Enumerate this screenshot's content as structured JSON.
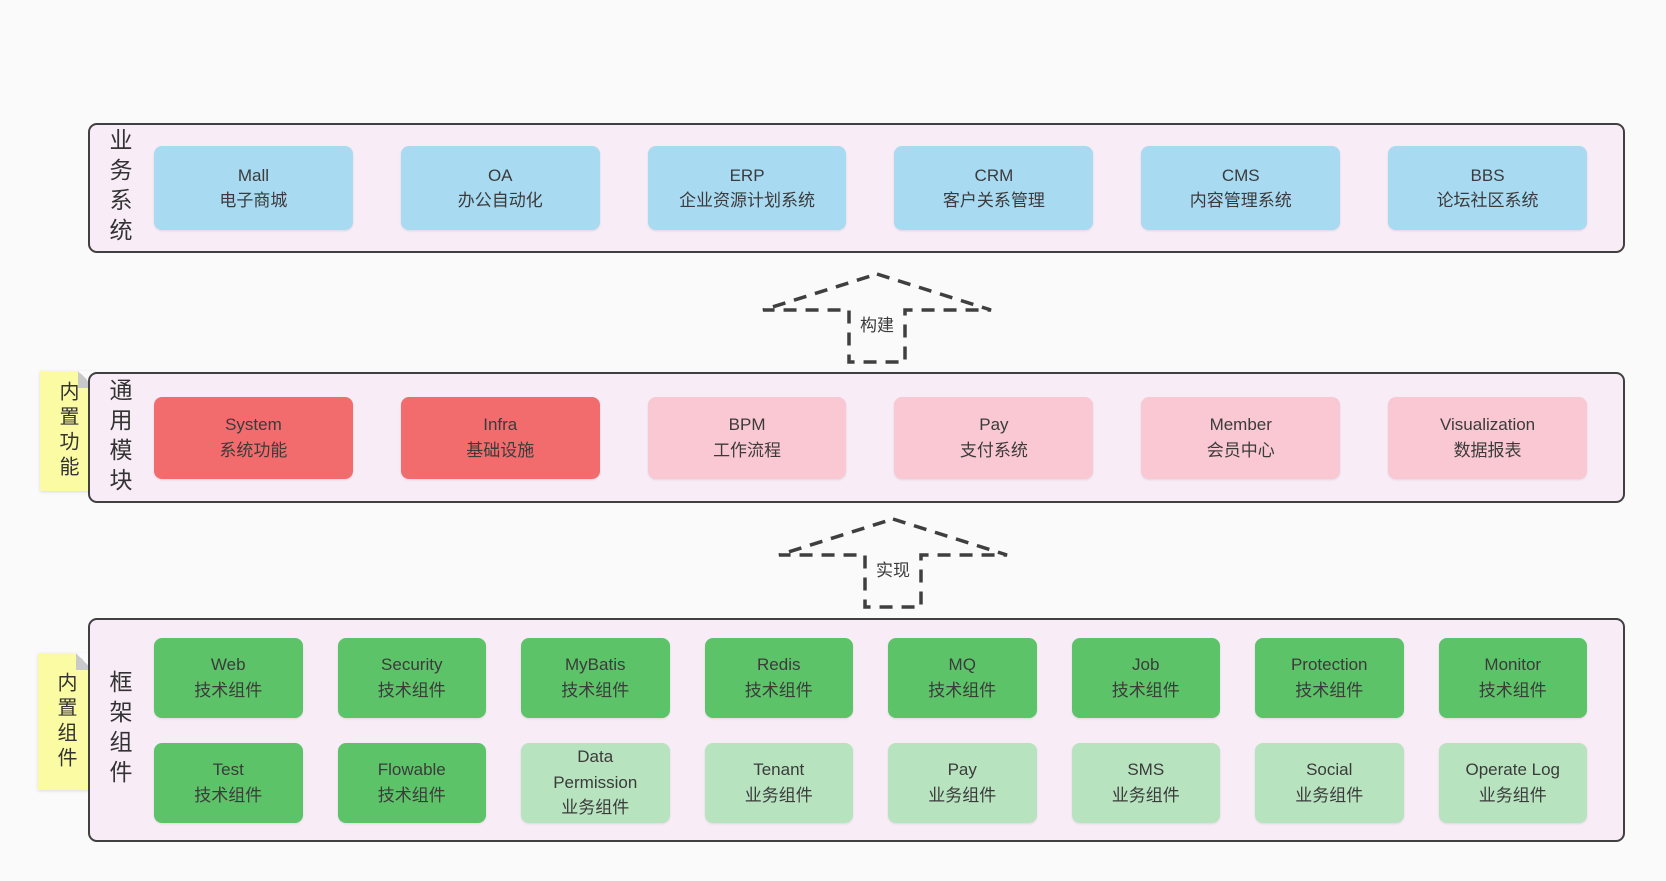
{
  "colors": {
    "page_background": "#fafafa",
    "layer_background": "#f8edf7",
    "layer_border": "#404040",
    "blue_box": "#a8daf2",
    "red_box": "#f26c6d",
    "pink_box": "#f9c8d2",
    "green_box": "#5cc368",
    "light_green_box": "#b7e3bf",
    "note_background": "#fbfba3",
    "note_fold": "#c9c9c9",
    "text": "#3b3b3b"
  },
  "arrows": [
    {
      "label": "构建"
    },
    {
      "label": "实现"
    }
  ],
  "layers": [
    {
      "id": "business-systems",
      "label": "业务系统",
      "boxes": [
        {
          "title": "Mall",
          "subtitle": "电子商城",
          "color": "blue"
        },
        {
          "title": "OA",
          "subtitle": "办公自动化",
          "color": "blue"
        },
        {
          "title": "ERP",
          "subtitle": "企业资源计划系统",
          "color": "blue"
        },
        {
          "title": "CRM",
          "subtitle": "客户关系管理",
          "color": "blue"
        },
        {
          "title": "CMS",
          "subtitle": "内容管理系统",
          "color": "blue"
        },
        {
          "title": "BBS",
          "subtitle": "论坛社区系统",
          "color": "blue"
        }
      ]
    },
    {
      "id": "common-modules",
      "label": "通用模块",
      "note": "内置功能",
      "boxes": [
        {
          "title": "System",
          "subtitle": "系统功能",
          "color": "red"
        },
        {
          "title": "Infra",
          "subtitle": "基础设施",
          "color": "red"
        },
        {
          "title": "BPM",
          "subtitle": "工作流程",
          "color": "pink"
        },
        {
          "title": "Pay",
          "subtitle": "支付系统",
          "color": "pink"
        },
        {
          "title": "Member",
          "subtitle": "会员中心",
          "color": "pink"
        },
        {
          "title": "Visualization",
          "subtitle": "数据报表",
          "color": "pink"
        }
      ]
    },
    {
      "id": "framework-components",
      "label": "框架组件",
      "note": "内置组件",
      "rows": [
        [
          {
            "title": "Web",
            "subtitle": "技术组件",
            "color": "green"
          },
          {
            "title": "Security",
            "subtitle": "技术组件",
            "color": "green"
          },
          {
            "title": "MyBatis",
            "subtitle": "技术组件",
            "color": "green"
          },
          {
            "title": "Redis",
            "subtitle": "技术组件",
            "color": "green"
          },
          {
            "title": "MQ",
            "subtitle": "技术组件",
            "color": "green"
          },
          {
            "title": "Job",
            "subtitle": "技术组件",
            "color": "green"
          },
          {
            "title": "Protection",
            "subtitle": "技术组件",
            "color": "green"
          },
          {
            "title": "Monitor",
            "subtitle": "技术组件",
            "color": "green"
          }
        ],
        [
          {
            "title": "Test",
            "subtitle": "技术组件",
            "color": "green"
          },
          {
            "title": "Flowable",
            "subtitle": "技术组件",
            "color": "green"
          },
          {
            "title": "Data Permission",
            "subtitle": "业务组件",
            "color": "light-green"
          },
          {
            "title": "Tenant",
            "subtitle": "业务组件",
            "color": "light-green"
          },
          {
            "title": "Pay",
            "subtitle": "业务组件",
            "color": "light-green"
          },
          {
            "title": "SMS",
            "subtitle": "业务组件",
            "color": "light-green"
          },
          {
            "title": "Social",
            "subtitle": "业务组件",
            "color": "light-green"
          },
          {
            "title": "Operate Log",
            "subtitle": "业务组件",
            "color": "light-green"
          }
        ]
      ]
    }
  ]
}
